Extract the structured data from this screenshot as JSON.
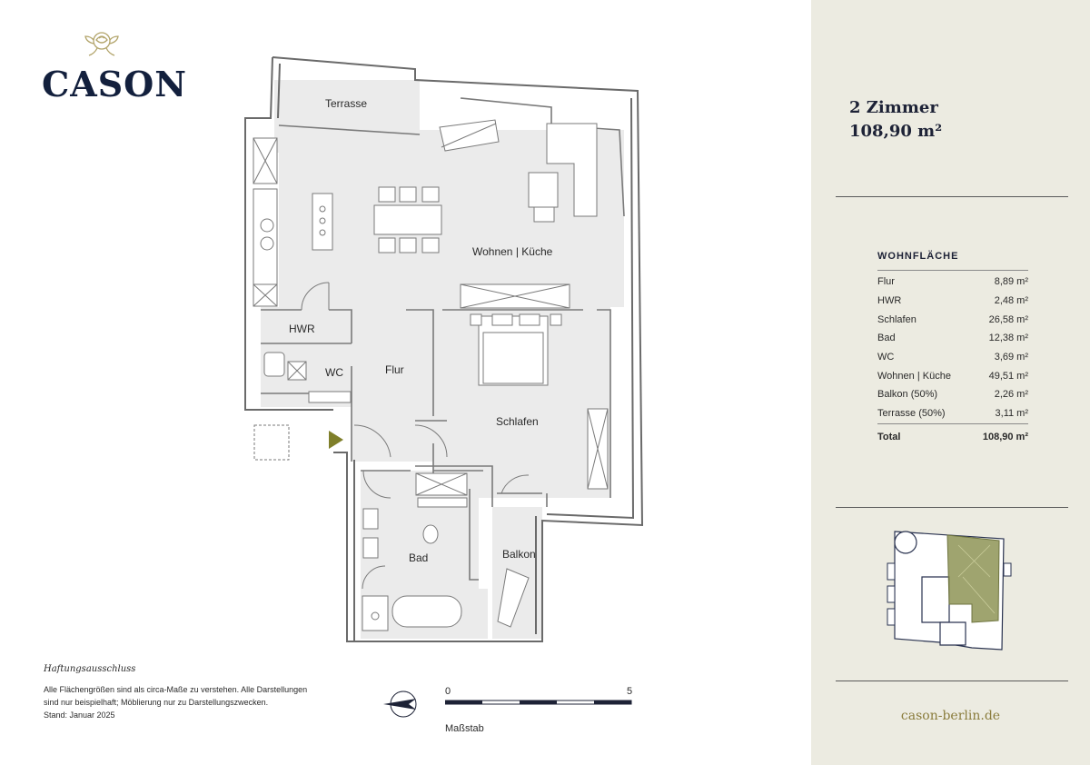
{
  "brand": {
    "name": "CASON",
    "emblem_icon": "rose-icon",
    "emblem_color": "#b2a46a"
  },
  "plan": {
    "rooms": {
      "terrasse": "Terrasse",
      "wohnen": "Wohnen | Küche",
      "hwr": "HWR",
      "wc": "WC",
      "flur": "Flur",
      "schlafen": "Schlafen",
      "bad": "Bad",
      "balkon": "Balkon"
    }
  },
  "disclaimer": {
    "title": "Haftungsausschluss",
    "line1": "Alle Flächengrößen sind als circa-Maße zu verstehen. Alle Darstellungen",
    "line2": "sind nur beispielhaft; Möblierung nur zu Darstellungszwecken.",
    "line3": "Stand: Januar 2025"
  },
  "scale": {
    "start": "0",
    "end": "5",
    "label": "Maßstab"
  },
  "compass_icon": "north-arrow-icon",
  "sidebar": {
    "rooms_line": "2 Zimmer",
    "area_line": "108,90 m²",
    "section_title": "WOHNFLÄCHE",
    "rows": [
      {
        "label": "Flur",
        "value": "8,89 m²"
      },
      {
        "label": "HWR",
        "value": "2,48 m²"
      },
      {
        "label": "Schlafen",
        "value": "26,58 m²"
      },
      {
        "label": "Bad",
        "value": "12,38 m²"
      },
      {
        "label": "WC",
        "value": "3,69 m²"
      },
      {
        "label": "Wohnen | Küche",
        "value": "49,51 m²"
      },
      {
        "label": "Balkon (50%)",
        "value": "2,26 m²"
      },
      {
        "label": "Terrasse (50%)",
        "value": "3,11 m²"
      }
    ],
    "total_label": "Total",
    "total_value": "108,90 m²",
    "website": "cason-berlin.de",
    "accent_color": "#8a7c3c",
    "background_color": "#ecebe1"
  }
}
